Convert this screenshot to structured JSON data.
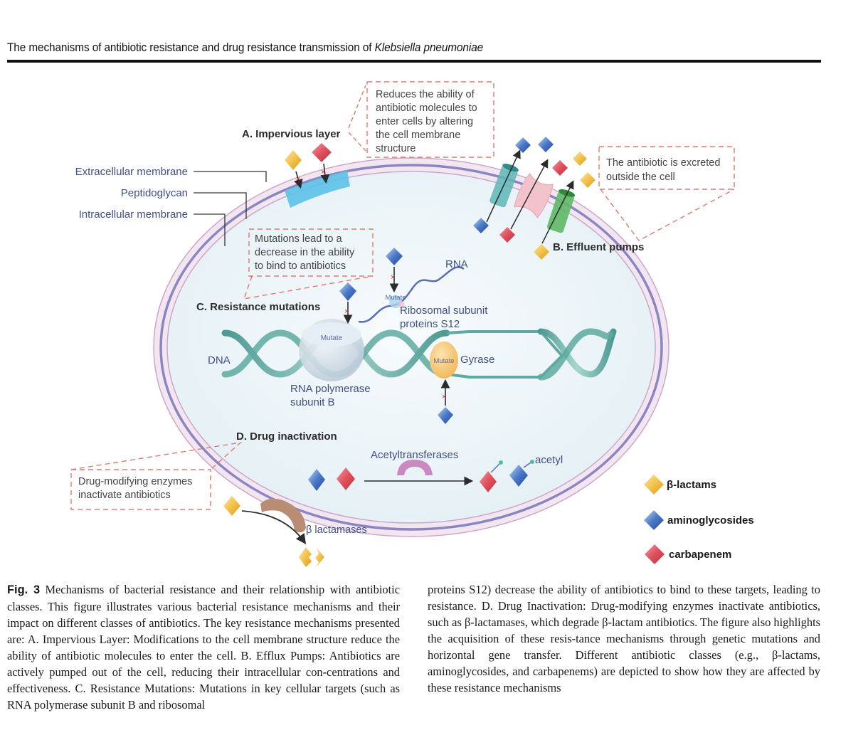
{
  "header": {
    "running_title_plain": "The mechanisms of antibiotic resistance and drug resistance transmission of ",
    "running_title_italic": "Klebsiella pneumoniae"
  },
  "figure": {
    "layers": {
      "extracellular": "Extracellular membrane",
      "peptidoglycan": "Peptidoglycan",
      "intracellular": "Intracellular membrane"
    },
    "mechanisms": {
      "A": {
        "label": "A. Impervious layer",
        "note_lines": [
          "Reduces the ability of",
          "antibiotic molecules to",
          "enter cells by altering",
          "the cell membrane",
          "structure"
        ]
      },
      "B": {
        "label": "B. Effluent pumps",
        "note_lines": [
          "The antibiotic is excreted",
          "outside the cell"
        ]
      },
      "C": {
        "label": "C. Resistance mutations",
        "note_lines": [
          "Mutations lead to a",
          "decrease in the ability",
          "to bind to antibiotics"
        ]
      },
      "D": {
        "label": "D. Drug inactivation",
        "note_lines": [
          "Drug-modifying enzymes",
          "inactivate antibiotics"
        ]
      }
    },
    "labels": {
      "rna": "RNA",
      "dna": "DNA",
      "mutate": "Mutate",
      "ribosomal_line1": "Ribosomal subunit",
      "ribosomal_line2": "proteins S12",
      "rna_pol_line1": "RNA polymerase",
      "rna_pol_line2": "subunit B",
      "gyrase": "Gyrase",
      "acetyltransferases": "Acetyltransferases",
      "acetyl": "acetyl",
      "beta_lactamases": "β lactamases"
    },
    "legend": [
      {
        "name": "β-lactams",
        "color": "#f3c24a"
      },
      {
        "name": "aminoglycosides",
        "color": "#4a78c8"
      },
      {
        "name": "carbapenem",
        "color": "#e0505e"
      }
    ],
    "colors": {
      "cell_fill": "#eef6f9",
      "membrane_band": "#f4e6f1",
      "membrane_line": "#8a86c4",
      "impervious_patch": "#5ec2e8",
      "note_border": "#e07a6e",
      "label_text": "#3f4f86",
      "dna": "#5ea9a0"
    }
  },
  "caption": {
    "fig_label": "Fig. 3",
    "left_text": "Mechanisms of bacterial resistance and their relationship with antibiotic classes. This figure illustrates various bacterial resistance mechanisms and their impact on different classes of antibiotics. The key resistance mechanisms presented are: A. Impervious Layer: Modifications to the cell membrane structure reduce the ability of antibiotic molecules to enter the cell. B. Efflux Pumps: Antibiotics are actively pumped out of the cell, reducing their intracellular con-centrations and effectiveness. C. Resistance Mutations: Mutations in key cellular targets (such as RNA polymerase subunit B and ribosomal",
    "right_text": "proteins S12) decrease the ability of antibiotics to bind to these targets, leading to resistance. D. Drug Inactivation: Drug-modifying enzymes inactivate antibiotics, such as β-lactamases, which degrade β-lactam antibiotics. The figure also highlights the acquisition of these resis-tance mechanisms through genetic mutations and horizontal gene transfer. Different antibiotic classes (e.g., β-lactams, aminoglycosides, and carbapenems) are depicted to show how they are affected by these resistance mechanisms"
  }
}
